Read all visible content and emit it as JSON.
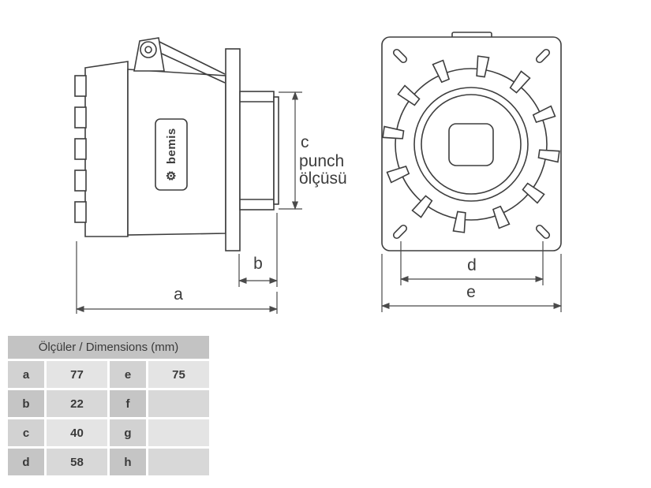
{
  "drawing": {
    "brand_text": "bemis",
    "gear_glyph": "⚙",
    "labels": {
      "a": "a",
      "b": "b",
      "c": "c",
      "d": "d",
      "e": "e"
    },
    "punch_note": {
      "line1": "punch",
      "line2": "ölçüsü"
    },
    "colors": {
      "line": "#3e3e3e",
      "dimension": "#4a4a4a"
    }
  },
  "table": {
    "title": "Ölçüler / Dimensions (mm)",
    "rows": [
      {
        "key_left": "a",
        "val_left": "77",
        "key_right": "e",
        "val_right": "75"
      },
      {
        "key_left": "b",
        "val_left": "22",
        "key_right": "f",
        "val_right": ""
      },
      {
        "key_left": "c",
        "val_left": "40",
        "key_right": "g",
        "val_right": ""
      },
      {
        "key_left": "d",
        "val_left": "58",
        "key_right": "h",
        "val_right": ""
      }
    ]
  }
}
